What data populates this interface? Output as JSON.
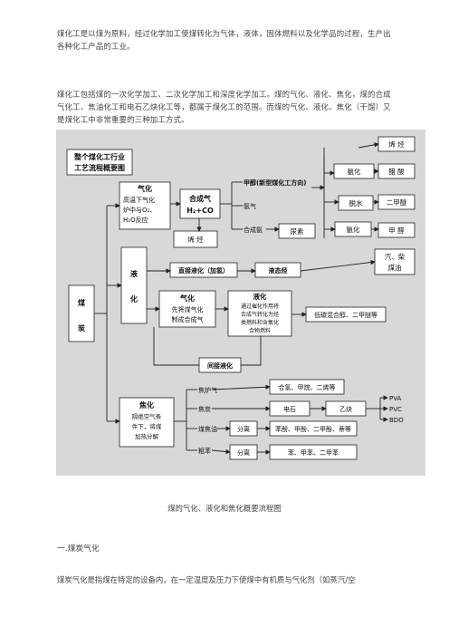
{
  "paragraphs": {
    "p1": "煤化工是以煤为原料，经过化学加工使煤转化为气体，液体，固体燃料以及化学品的过程，生产出各种化工产品的工业。",
    "p2": "煤化工包括煤的一次化学加工、二次化学加工和深度化学加工。煤的气化、液化、焦化，煤的合成气化工、焦油化工和电石乙炔化工等，都属于煤化工的范围。而煤的气化、液化、焦化（干馏）又是煤化工中非常重要的三种加工方式。",
    "p3": "煤炭气化是指煤在特定的设备内，在一定温度及压力下使煤中有机质与气化剂（如蒸汽/空"
  },
  "diagram": {
    "title_line1": "整个煤化工行业",
    "title_line2": "工艺流程概要图",
    "coal_line1": "煤",
    "coal_line2": "炭",
    "gasification": {
      "title": "气化",
      "l1": "高温下气化",
      "l2": "炉中与O₂、",
      "l3": "H₂O反应"
    },
    "syngas": {
      "l1": "合成气",
      "l2": "H₂+CO"
    },
    "olefin_low": "烯  烃",
    "methanol": "甲醇(新型煤化工方向)",
    "ammonia": "氨气",
    "synammonia": "合成氨",
    "urea": "尿素",
    "dehydration": "脱水",
    "ammoxidation": "氨化",
    "olefin_top": "烯  烃",
    "acetic": "醋  酸",
    "dme": "二甲醚",
    "formaldehyde": "甲  醛",
    "fuel": {
      "l1": "汽、柴",
      "l2": "煤油"
    },
    "liquefaction_v": {
      "l1": "液",
      "l2": "化"
    },
    "direct_liq": "直接液化（加氢）",
    "liquid_hc": "液态烃",
    "gas2": {
      "title": "气化",
      "l1": "先将煤气化",
      "l2": "制成合成气"
    },
    "liq2": {
      "title": "液化",
      "l1": "通过催化作用将",
      "l2": "合成气转化为烃",
      "l3": "类燃料和含氧化",
      "l4": "合物燃料"
    },
    "lowcarbon": "低碳混合醇、二甲醚等",
    "indirect_liq": "间接液化",
    "coking": {
      "title": "焦化",
      "l1": "隔绝空气条",
      "l2": "件下，将煤",
      "l3": "加热分解"
    },
    "coke_gas": "焦炉气",
    "coke": "焦炭",
    "coal_tar": "煤焦油",
    "crude_benzene": "粗苯",
    "hydrogen": "合氢、甲烷、二烯等",
    "carbide": "电石",
    "acetylene": "乙炔",
    "separate1": "分离",
    "separate2": "分离",
    "phenols": "苯酚、甲酚、二甲酚、萘等",
    "benzenes": "苯、甲苯、二甲苯",
    "pva": "PVA",
    "pvc": "PVC",
    "bdo": "BDO"
  },
  "caption": "煤的气化、液化和焦化概要流程图",
  "section_title": "一.煤炭气化"
}
